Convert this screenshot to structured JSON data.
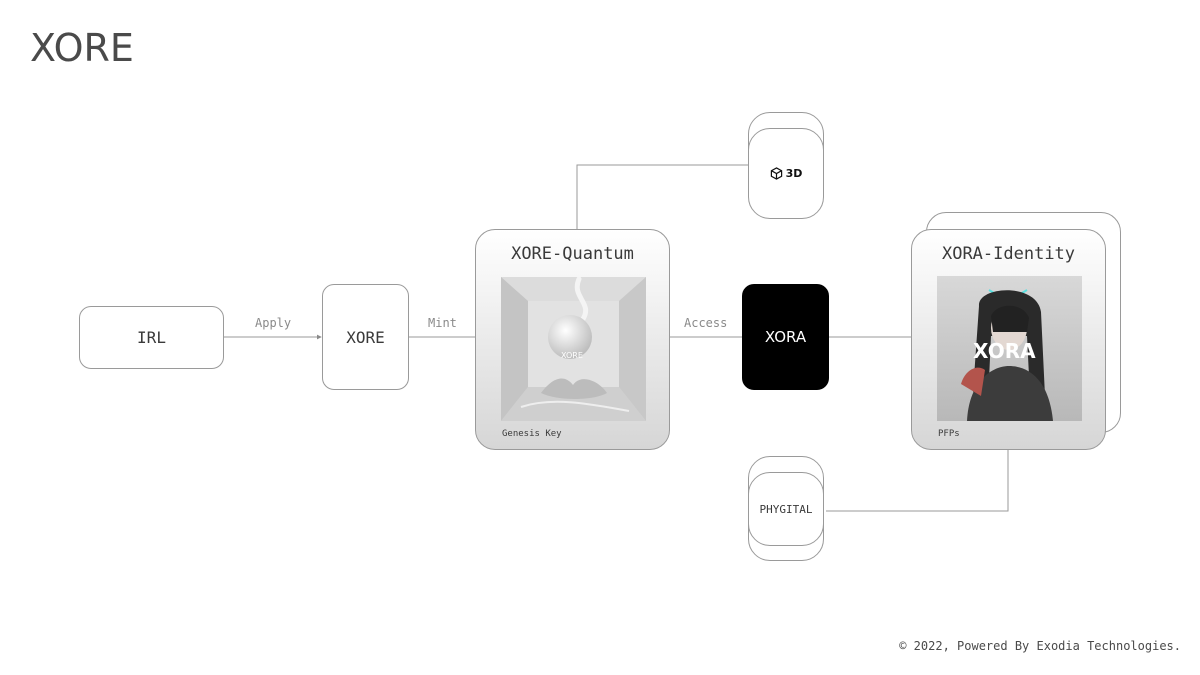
{
  "brand": {
    "logo_text": "XORE"
  },
  "nodes": {
    "irl": "IRL",
    "xore": "XORE",
    "xore_quantum": {
      "title": "XORE-Quantum",
      "caption": "Genesis Key",
      "image_text": "XORE"
    },
    "xora": "XORA",
    "xora_identity": {
      "title": "XORA-Identity",
      "caption": "PFPs",
      "image_text": "XORA"
    },
    "threed": {
      "label": "3D",
      "icon": "cube-3d-icon"
    },
    "phygital": "PHYGITAL"
  },
  "edges": {
    "apply": "Apply",
    "mint": "Mint",
    "access": "Access"
  },
  "colors": {
    "xora_node_bg": "#000000",
    "line": "#9a9a9a",
    "text": "#3a3a3a"
  },
  "footer": {
    "copyright": "© 2022, Powered By Exodia Technologies."
  }
}
